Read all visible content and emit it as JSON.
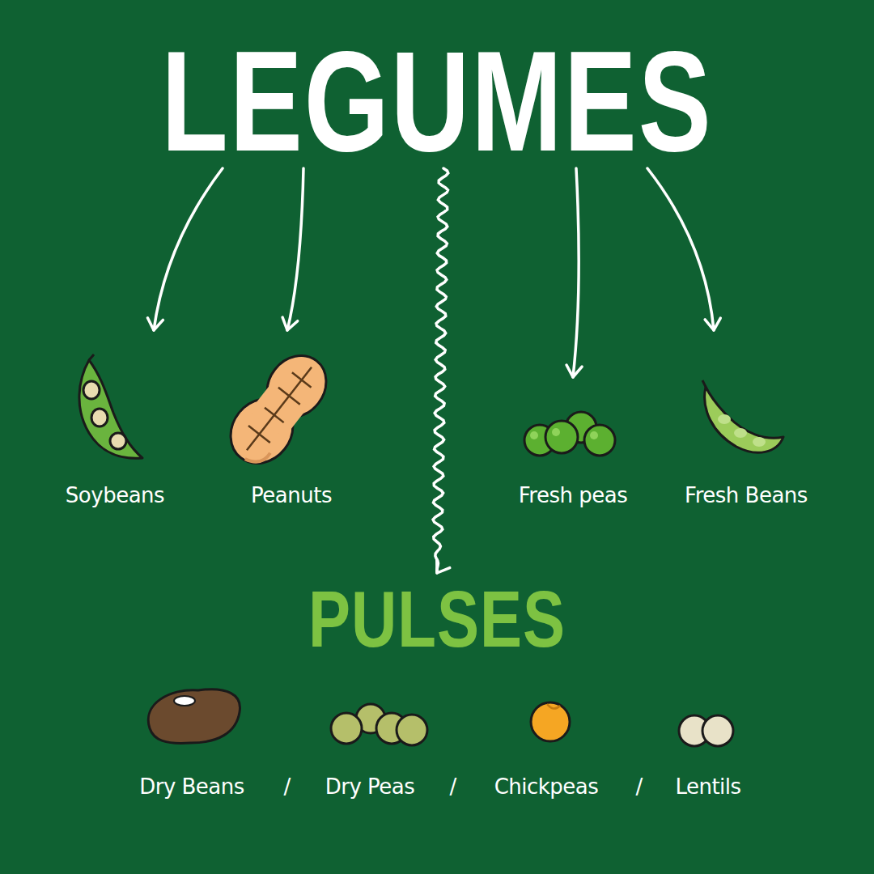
{
  "diagram": {
    "nodes": [
      {
        "text": [
          "LEGUMES"
        ]
      },
      {
        "text": [
          "Soybeans"
        ]
      },
      {
        "text": [
          "Peanuts"
        ]
      },
      {
        "text": [
          "PULSES"
        ]
      },
      {
        "text": [
          "Fresh peas"
        ]
      },
      {
        "text": [
          "Fresh Beans"
        ]
      },
      {
        "text": [
          "Dry Beans"
        ]
      },
      {
        "text": [
          "Dry Peas"
        ]
      },
      {
        "text": [
          "Chickpeas"
        ]
      },
      {
        "text": [
          "Lentils"
        ]
      }
    ],
    "edges": [
      {
        "from": 0,
        "to": 1,
        "arrow": "to"
      },
      {
        "from": 0,
        "to": 2,
        "arrow": "to"
      },
      {
        "from": 0,
        "to": 3,
        "arrow": "to"
      },
      {
        "from": 0,
        "to": 4,
        "arrow": "to"
      },
      {
        "from": 0,
        "to": 5,
        "arrow": "to"
      }
    ],
    "labels": [
      "/",
      "/",
      "/"
    ]
  }
}
